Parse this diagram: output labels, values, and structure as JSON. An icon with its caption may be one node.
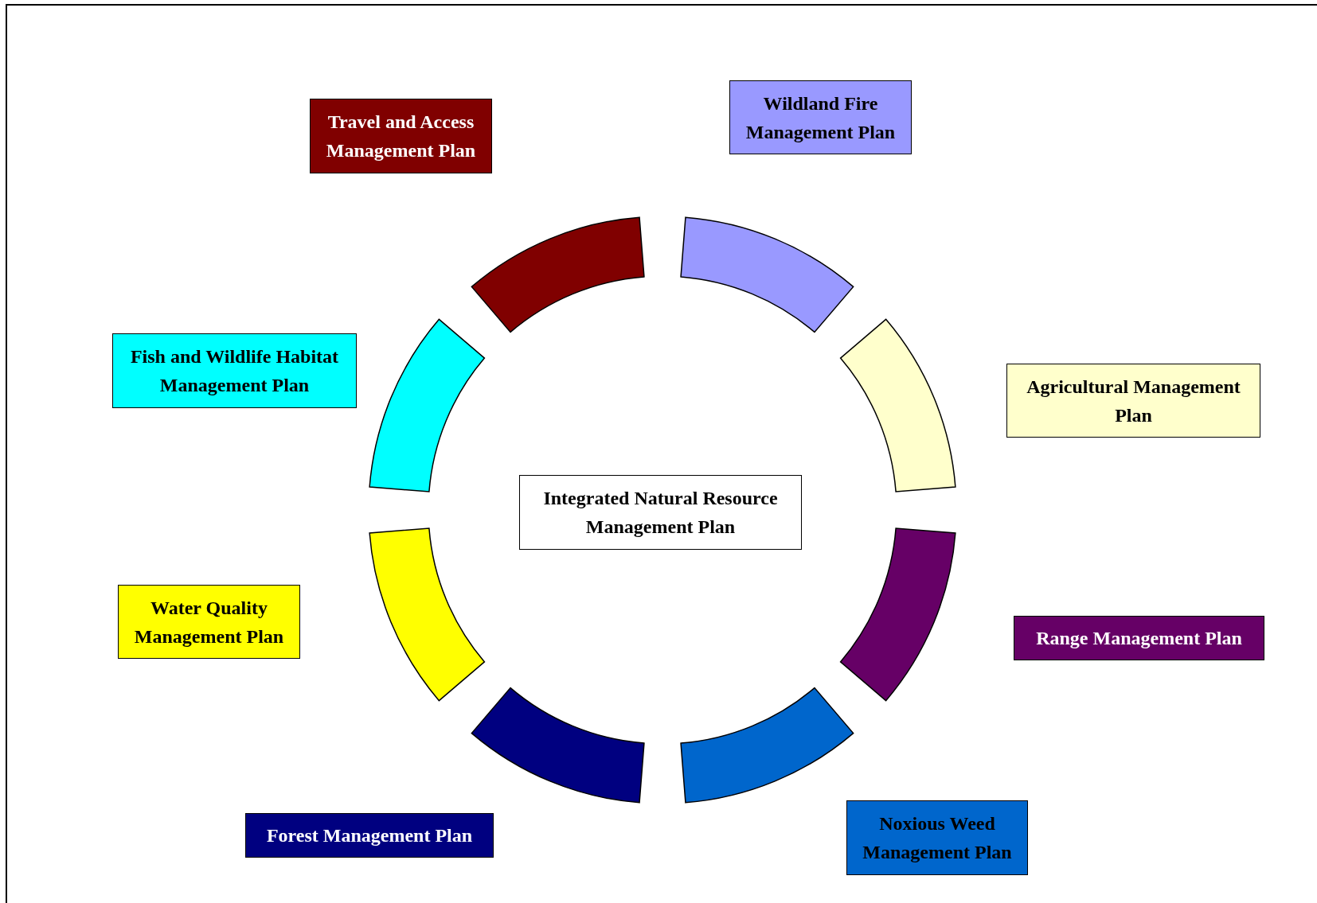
{
  "diagram": {
    "nodes": [
      {
        "text": [
          "Travel and Access Management Plan"
        ]
      },
      {
        "text": [
          "Wildland Fire Management Plan"
        ]
      },
      {
        "text": [
          "Fish and Wildlife Habitat Management Plan"
        ]
      },
      {
        "text": [
          "Agricultural Management Plan"
        ]
      },
      {
        "text": [
          "Integrated Natural Resource Management Plan"
        ]
      },
      {
        "text": [
          "Water Quality Management Plan"
        ]
      },
      {
        "text": [
          "Range Management Plan"
        ]
      },
      {
        "text": [
          "Forest Management Plan"
        ]
      },
      {
        "text": [
          "Noxious Weed Management Plan"
        ]
      }
    ]
  }
}
